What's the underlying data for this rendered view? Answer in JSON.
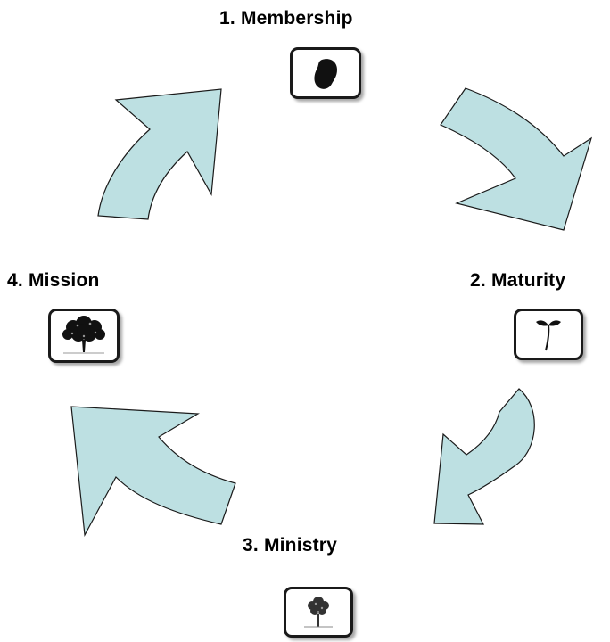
{
  "steps": [
    {
      "label": "1. Membership",
      "icon": "bean-icon"
    },
    {
      "label": "2. Maturity",
      "icon": "seedling-icon"
    },
    {
      "label": "3. Ministry",
      "icon": "small-tree-icon"
    },
    {
      "label": "4. Mission",
      "icon": "large-tree-icon"
    }
  ],
  "colors": {
    "arrow_fill": "#bde0e2",
    "arrow_stroke": "#1a1a1a",
    "icon_border": "#1a1a1a"
  }
}
